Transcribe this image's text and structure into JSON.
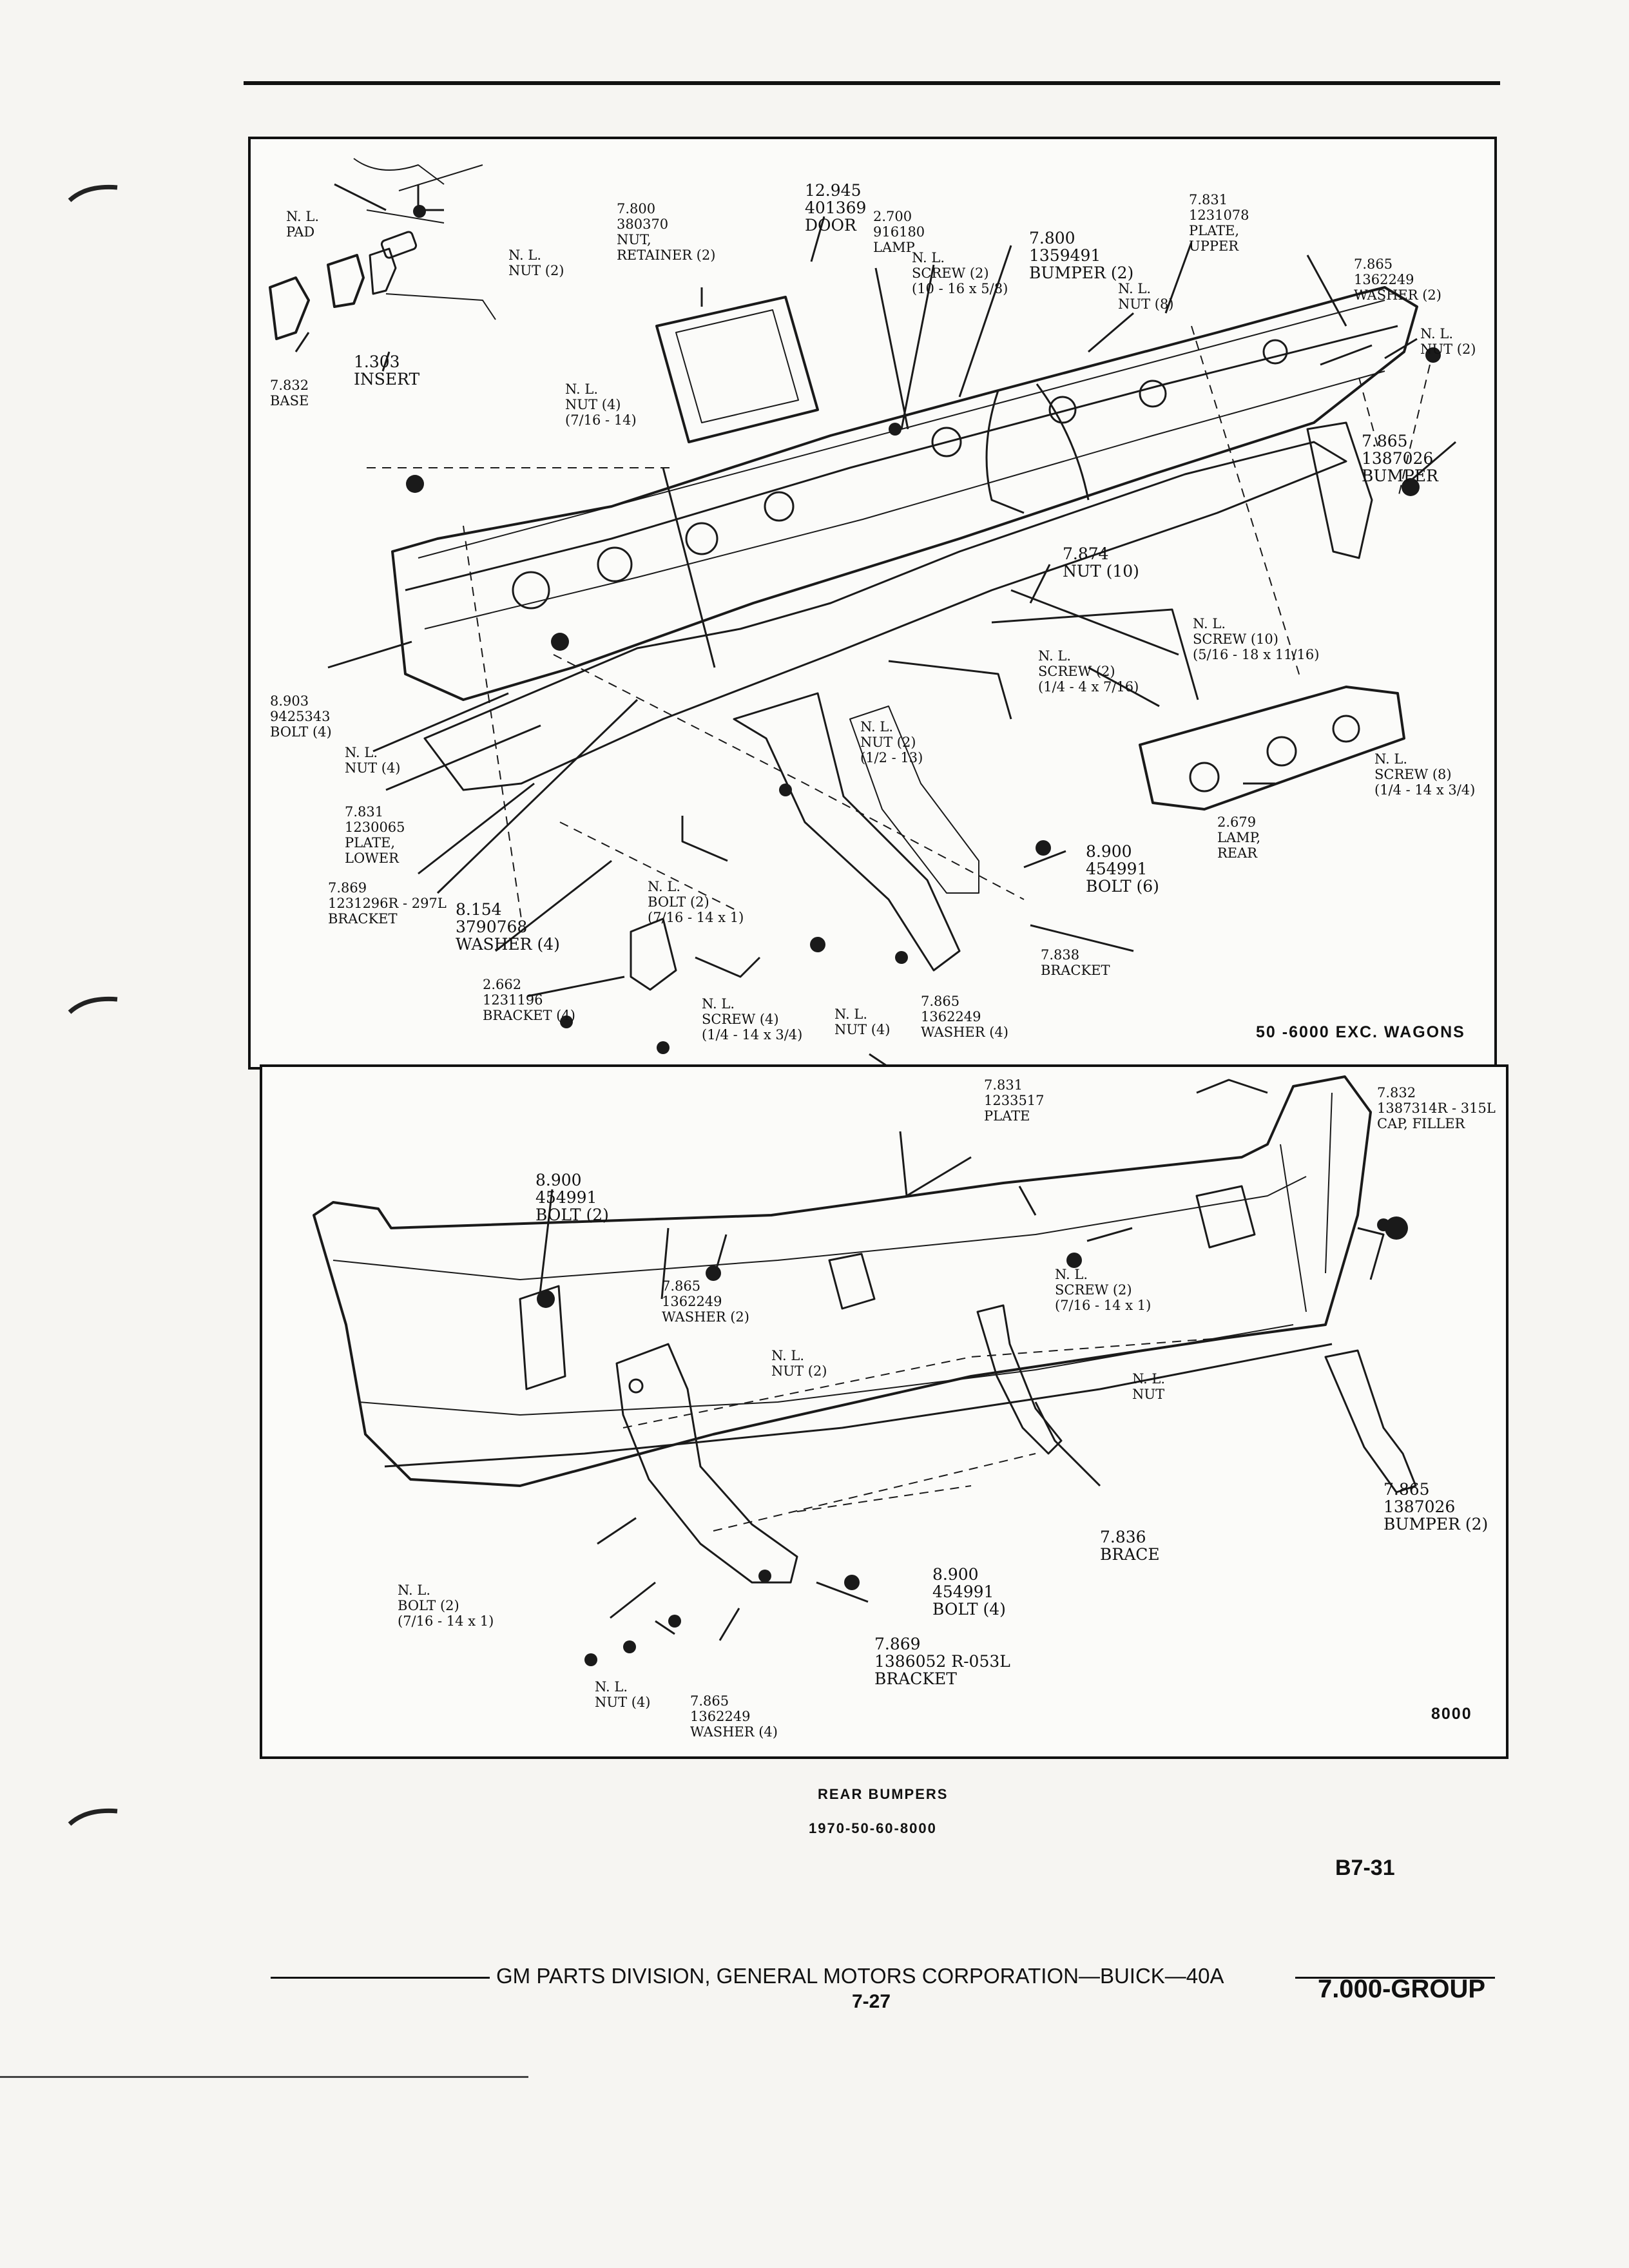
{
  "page": {
    "section_code": "B7-31",
    "caption_title": "REAR BUMPERS",
    "caption_years": "1970-50-60-8000",
    "footer_text": "GM PARTS DIVISION, GENERAL MOTORS CORPORATION—BUICK—40A",
    "footer_page": "7-27",
    "group": "7.000-GROUP"
  },
  "top_panel": {
    "tag": "50 -6000 EXC. WAGONS",
    "labels": [
      {
        "id": "pad",
        "text": "N. L.\nPAD"
      },
      {
        "id": "nut-top-left",
        "text": "N. L.\nNUT (2)"
      },
      {
        "id": "base",
        "text": "7.832\nBASE"
      },
      {
        "id": "insert",
        "text": "1.303\nINSERT"
      },
      {
        "id": "retainer",
        "text": "7.800\n380370\nNUT,\nRETAINER (2)"
      },
      {
        "id": "door",
        "text": "12.945\n401369\nDOOR"
      },
      {
        "id": "lamp",
        "text": "2.700\n916180\nLAMP"
      },
      {
        "id": "screw-10-16",
        "text": "N. L.\nSCREW (2)\n(10 - 16 x 5/8)"
      },
      {
        "id": "bumper-1359491",
        "text": "7.800\n1359491\nBUMPER (2)"
      },
      {
        "id": "plate-upper",
        "text": "7.831\n1231078\nPLATE,\nUPPER"
      },
      {
        "id": "nut-8",
        "text": "N. L.\nNUT (8)"
      },
      {
        "id": "washer-2",
        "text": "7.865\n1362249\nWASHER (2)"
      },
      {
        "id": "nut-2-right",
        "text": "N. L.\nNUT (2)"
      },
      {
        "id": "bumper-1387026",
        "text": "7.865\n1387026\nBUMPER"
      },
      {
        "id": "nut-4-716",
        "text": "N. L.\nNUT (4)\n(7/16 - 14)"
      },
      {
        "id": "nut-10",
        "text": "7.874\nNUT (10)"
      },
      {
        "id": "screw-10",
        "text": "N. L.\nSCREW (10)\n(5/16 - 18 x 11/16)"
      },
      {
        "id": "screw-2-14",
        "text": "N. L.\nSCREW (2)\n(1/4 - 4 x 7/16)"
      },
      {
        "id": "bolt-9425343",
        "text": "8.903\n9425343\nBOLT (4)"
      },
      {
        "id": "nut-4-left",
        "text": "N. L.\nNUT (4)"
      },
      {
        "id": "nut-2-13",
        "text": "N. L.\nNUT (2)\n(1/2 - 13)"
      },
      {
        "id": "plate-lower",
        "text": "7.831\n1230065\nPLATE,\nLOWER"
      },
      {
        "id": "screw-8",
        "text": "N. L.\nSCREW (8)\n(1/4 - 14 x 3/4)"
      },
      {
        "id": "lamp-rear",
        "text": "2.679\nLAMP,\nREAR"
      },
      {
        "id": "bracket-1231296",
        "text": "7.869\n1231296R - 297L\nBRACKET"
      },
      {
        "id": "washer-3790768",
        "text": "8.154\n3790768\nWASHER (4)"
      },
      {
        "id": "bolt-2-716",
        "text": "N. L.\nBOLT (2)\n(7/16 - 14 x 1)"
      },
      {
        "id": "bolt-454991-6",
        "text": "8.900\n454991\nBOLT (6)"
      },
      {
        "id": "bracket-7838",
        "text": "7.838\nBRACKET"
      },
      {
        "id": "bracket-1231196",
        "text": "2.662\n1231196\nBRACKET (4)"
      },
      {
        "id": "screw-4",
        "text": "N. L.\nSCREW (4)\n(1/4 - 14 x 3/4)"
      },
      {
        "id": "nut-4-lower",
        "text": "N. L.\nNUT (4)"
      },
      {
        "id": "washer-4-lower",
        "text": "7.865\n1362249\nWASHER (4)"
      }
    ]
  },
  "bottom_panel": {
    "tag": "8000",
    "labels": [
      {
        "id": "plate-1233517",
        "text": "7.831\n1233517\nPLATE"
      },
      {
        "id": "cap-filler",
        "text": "7.832\n1387314R - 315L\nCAP, FILLER"
      },
      {
        "id": "bolt-2-454991",
        "text": "8.900\n454991\nBOLT (2)"
      },
      {
        "id": "washer-2-b",
        "text": "7.865\n1362249\nWASHER (2)"
      },
      {
        "id": "nut-2-b",
        "text": "N. L.\nNUT (2)"
      },
      {
        "id": "screw-2-b",
        "text": "N. L.\nSCREW (2)\n(7/16 - 14 x 1)"
      },
      {
        "id": "nut-b",
        "text": "N. L.\nNUT"
      },
      {
        "id": "bumper-2-b",
        "text": "7.865\n1387026\nBUMPER (2)"
      },
      {
        "id": "brace",
        "text": "7.836\nBRACE"
      },
      {
        "id": "bolt-4-454991",
        "text": "8.900\n454991\nBOLT (4)"
      },
      {
        "id": "bolt-2-716-b",
        "text": "N. L.\nBOLT (2)\n(7/16 - 14 x 1)"
      },
      {
        "id": "bracket-1386052",
        "text": "7.869\n1386052 R-053L\nBRACKET"
      },
      {
        "id": "nut-4-b",
        "text": "N. L.\nNUT (4)"
      },
      {
        "id": "washer-4-b",
        "text": "7.865\n1362249\nWASHER (4)"
      }
    ]
  }
}
